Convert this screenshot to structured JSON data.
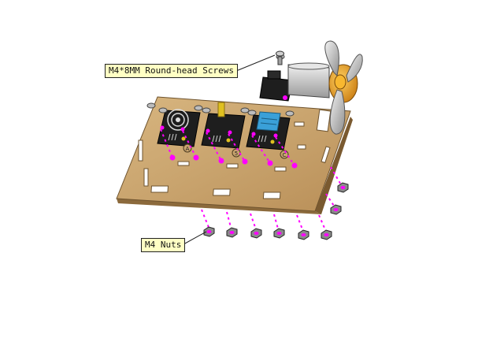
{
  "callouts": {
    "screws": "M4*8MM Round-head Screws",
    "nuts": "M4 Nuts"
  },
  "board_markings": {
    "module_a": "A",
    "module_b": "5",
    "module_c": "C"
  },
  "colors": {
    "board": "#c9a46e",
    "board_edge": "#8c6a3c",
    "module": "#1e1e1e",
    "accent_pin": "#ff00ff",
    "callout_bg": "#ffffc4",
    "motor_gold": "#e8a020",
    "fan_blade": "#cfcfcf",
    "sensor_blue": "#3aa0d8"
  }
}
